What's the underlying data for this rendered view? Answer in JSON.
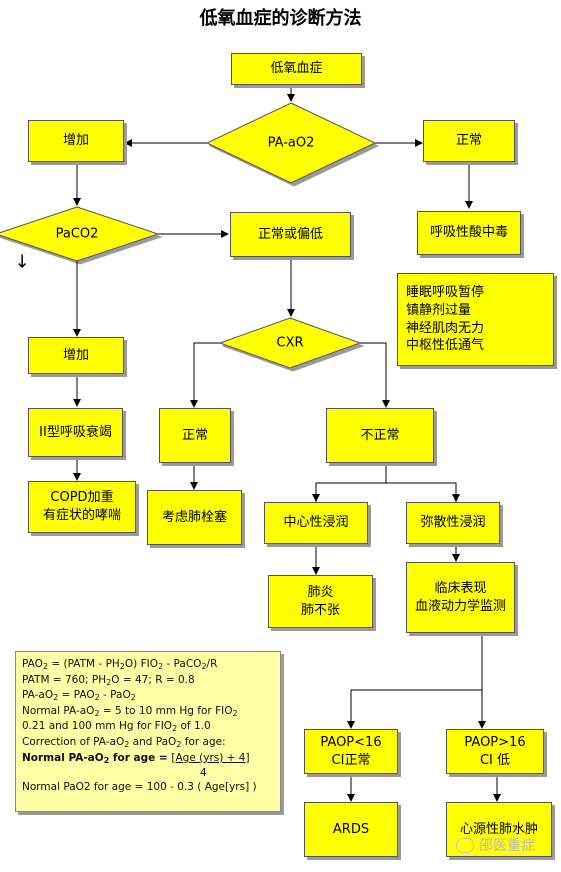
{
  "title": "低氧血症的诊断方法",
  "nodes": {
    "hypoxemia": "低氧血症",
    "paao2": "PA-aO2",
    "increased1": "增加",
    "normal1": "正常",
    "paco2": "PaCO2",
    "normal_or_low": "正常或偏低",
    "resp_acidosis": "呼吸性酸中毒",
    "increased2": "增加",
    "cxr": "CXR",
    "type2_failure": "II型呼吸衰竭",
    "normal2": "正常",
    "abnormal": "不正常",
    "copd_line1": "COPD加重",
    "copd_line2": "有症状的哮喘",
    "consider_pe": "考虑肺栓塞",
    "central_infiltrate": "中心性浸润",
    "diffuse_infiltrate": "弥散性浸润",
    "pneumonia": "肺炎",
    "atelectasis": "肺不张",
    "clinical_line1": "临床表现",
    "clinical_line2": "血液动力学监测",
    "paop_low_line1": "PAOP<16",
    "paop_low_line2": "CI正常",
    "paop_high_line1": "PAOP>16",
    "paop_high_line2": "CI 低",
    "ards": "ARDS",
    "cardiogenic_edema": "心源性肺水肿"
  },
  "causes_list": [
    "睡眠呼吸暂停",
    "镇静剂过量",
    "神经肌肉无力",
    "中枢性低通气"
  ],
  "arrow_glyph": "↓",
  "formula": {
    "line1_a": "PAO",
    "line1_b": " = (PATM - PH",
    "line1_c": "O) FIO",
    "line1_d": " - PaCO",
    "line1_e": "/R",
    "line2_a": "PATM = 760; PH",
    "line2_b": "O = 47; R = 0.8",
    "line3_a": "PA-aO",
    "line3_b": " = PAO",
    "line3_c": " - PaO",
    "line4_a": "Normal PA-aO",
    "line4_b": " = 5 to 10 mm Hg for FIO",
    "line5_a": "0.21 and 100 mm Hg for FIO",
    "line5_b": " of 1.0",
    "line6_a": "Correction of PA-aO",
    "line6_b": " and PaO",
    "line6_c": " for age:",
    "line7_a": "Normal PA-aO",
    "line7_b": " for age = ",
    "line7_c": "[Age (yrs) + 4]",
    "line8": "4",
    "line9": "Normal PaO2 for age = 100 - 0.3 ( Age[yrs] )",
    "sub2": "2"
  },
  "watermark": "邵医重症"
}
